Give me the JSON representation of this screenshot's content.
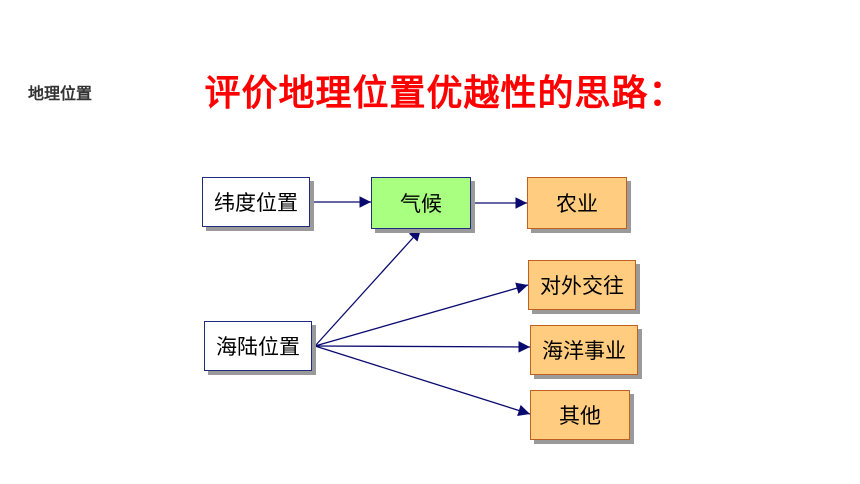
{
  "corner_label": "地理位置",
  "title": "评价地理位置优越性的思路：",
  "nodes": {
    "latitude": "纬度位置",
    "land_sea": "海陆位置",
    "climate": "气候",
    "agriculture": "农业",
    "foreign_trade": "对外交往",
    "marine": "海洋事业",
    "other": "其他"
  },
  "edges": [
    [
      "latitude",
      "climate"
    ],
    [
      "climate",
      "agriculture"
    ],
    [
      "land_sea",
      "climate"
    ],
    [
      "land_sea",
      "foreign_trade"
    ],
    [
      "land_sea",
      "marine"
    ],
    [
      "land_sea",
      "other"
    ]
  ],
  "colors": {
    "arrow": "#0a0a6e",
    "title": "#ff0000",
    "climate_fill": "#a8ff80",
    "outcome_fill": "#ffcc80",
    "outcome_border": "#c06020",
    "source_border": "#1f2a80"
  }
}
